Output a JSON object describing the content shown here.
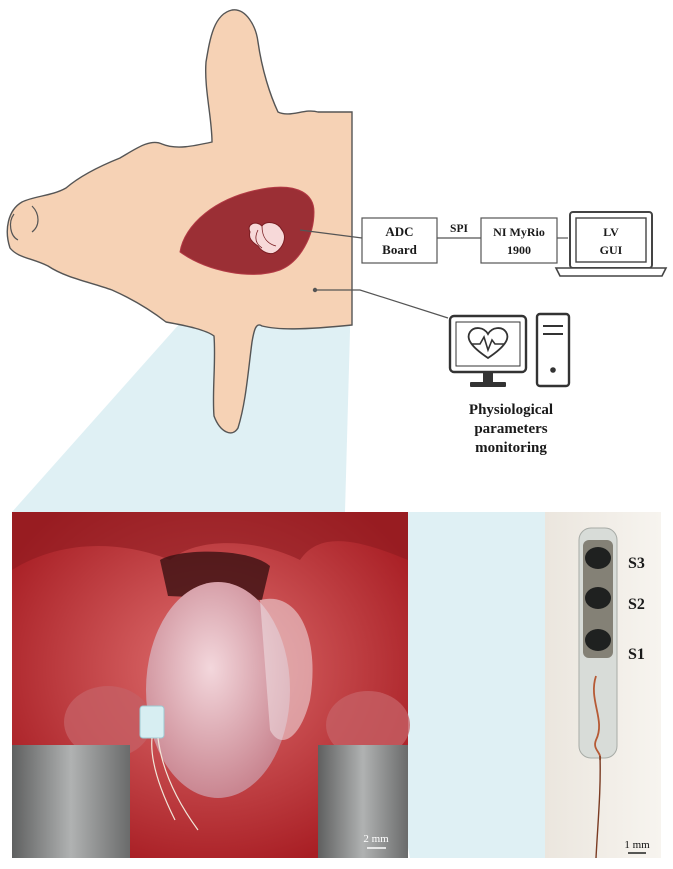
{
  "blocks": {
    "adc_line1": "ADC",
    "adc_line2": "Board",
    "spi": "SPI",
    "myrio_line1": "NI MyRio",
    "myrio_line2": "1900",
    "lv_line1": "LV",
    "lv_line2": "GUI"
  },
  "monitoring": {
    "line1": "Physiological",
    "line2": "parameters",
    "line3": "monitoring"
  },
  "sensors": {
    "s3": "S3",
    "s2": "S2",
    "s1": "S1"
  },
  "scale_bars": {
    "surgery": "2 mm",
    "device": "1 mm"
  },
  "colors": {
    "skin": "#f6d2b5",
    "heart_area": "#9b2f35",
    "highlight": "#dff0f4",
    "outline": "#555555"
  },
  "icons": {
    "monitor": "heart-monitor-icon",
    "tower": "computer-tower-icon",
    "laptop": "laptop-icon"
  }
}
